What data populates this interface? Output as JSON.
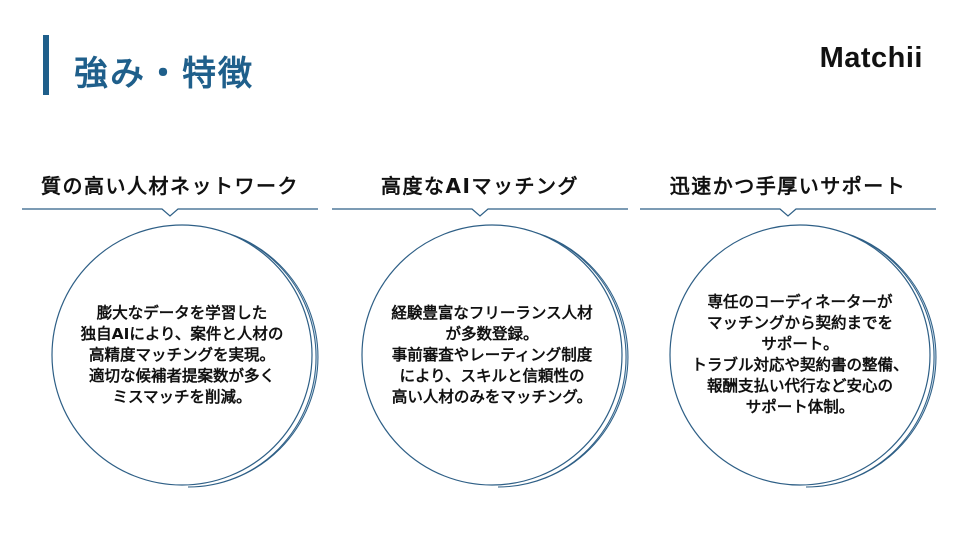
{
  "title": "強み・特徴",
  "logo": "Matchii",
  "accent": "#1f5f8b",
  "features": [
    {
      "heading": "質の高い人材ネットワーク",
      "body": "膨大なデータを学習した\n独自AIにより、案件と人材の\n高精度マッチングを実現。\n適切な候補者提案数が多く\nミスマッチを削減。"
    },
    {
      "heading": "高度なAIマッチング",
      "body": "経験豊富なフリーランス人材\nが多数登録。\n事前審査やレーティング制度\nにより、スキルと信頼性の\n高い人材のみをマッチング。"
    },
    {
      "heading": "迅速かつ手厚いサポート",
      "body": "専任のコーディネーターが\nマッチングから契約までを\nサポート。\nトラブル対応や契約書の整備、\n報酬支払い代行など安心の\nサポート体制。"
    }
  ]
}
